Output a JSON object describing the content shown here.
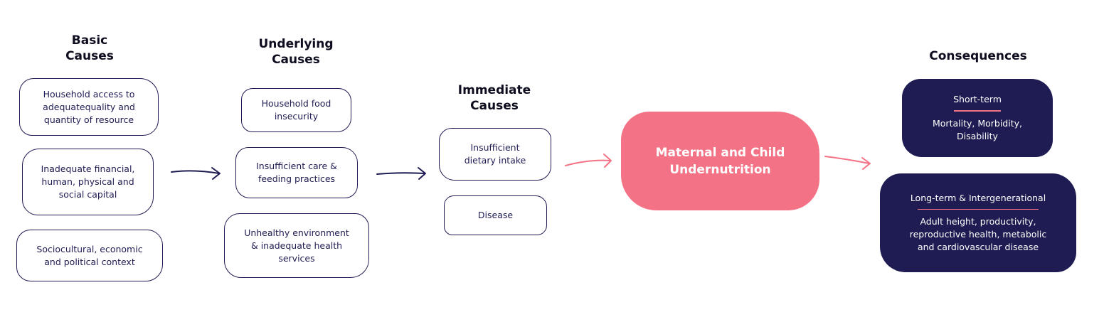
{
  "colors": {
    "navy": "#1e1c52",
    "pink": "#f37285",
    "white": "#ffffff"
  },
  "columns": {
    "basic": {
      "heading": [
        "Basic",
        "Causes"
      ],
      "boxes": [
        {
          "lines": [
            "Household access to",
            "adequatequality and",
            "quantity of resource"
          ]
        },
        {
          "lines": [
            "Inadequate financial,",
            "human, physical and",
            "social capital"
          ]
        },
        {
          "lines": [
            "Sociocultural, economic",
            "and political context"
          ]
        }
      ]
    },
    "underlying": {
      "heading": [
        "Underlying",
        "Causes"
      ],
      "boxes": [
        {
          "lines": [
            "Household food",
            "insecurity"
          ]
        },
        {
          "lines": [
            "Insufficient care &",
            "feeding practices"
          ]
        },
        {
          "lines": [
            "Unhealthy environment",
            "& inadequate health",
            "services"
          ]
        }
      ]
    },
    "immediate": {
      "heading": [
        "Immediate",
        "Causes"
      ],
      "boxes": [
        {
          "lines": [
            "Insufficient",
            "dietary intake"
          ]
        },
        {
          "lines": [
            "Disease"
          ]
        }
      ]
    }
  },
  "outcome": {
    "lines": [
      "Maternal and Child",
      "Undernutrition"
    ]
  },
  "consequences": {
    "heading": "Consequences",
    "short_term": {
      "title": "Short-term",
      "lines": [
        "Mortality, Morbidity,",
        "Disability"
      ]
    },
    "long_term": {
      "title": "Long-term & Intergenerational",
      "lines": [
        "Adult height, productivity,",
        "reproductive health, metabolic",
        "and cardiovascular disease"
      ]
    }
  }
}
